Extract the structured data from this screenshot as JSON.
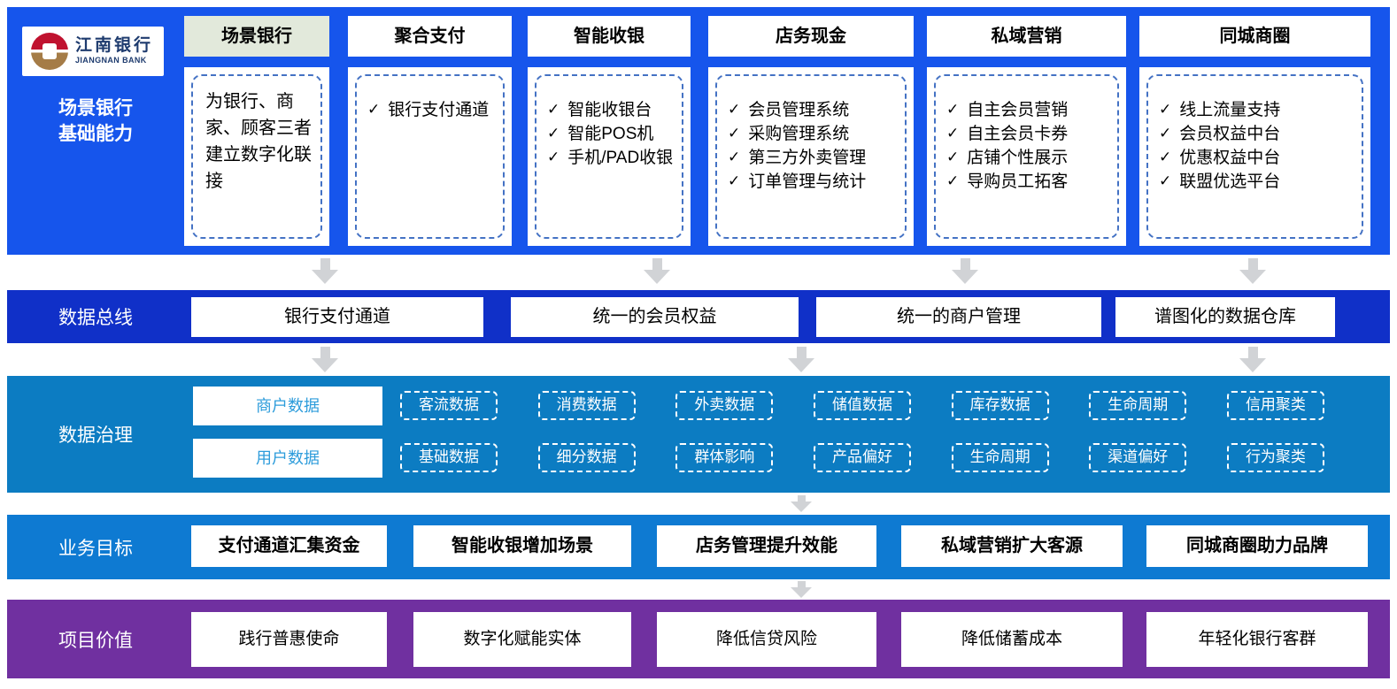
{
  "brand": {
    "name_cn": "江南银行",
    "name_en": "JIANGNAN BANK"
  },
  "icons": {
    "check": "✓",
    "down_arrow": "↓"
  },
  "colors": {
    "top_band": "#1655EC",
    "data_bus_band": "#1030C8",
    "governance_band": "#0C7CC2",
    "goal_band": "#0E7AD2",
    "value_band": "#7030A0",
    "highlight_tab_green": "#E2E9DB",
    "dashed_border_blue": "#4472C4",
    "arrow_gray": "#D1D3D6",
    "category_text_blue": "#2D9CDB",
    "logo_red": "#C0122F",
    "logo_gold": "#A57C47",
    "logo_navy": "#1E3B6E"
  },
  "capability": {
    "row_label_line1": "场景银行",
    "row_label_line2": "基础能力",
    "columns": [
      {
        "header": "场景银行",
        "description": "为银行、商家、顾客三者建立数字化联接",
        "items": []
      },
      {
        "header": "聚合支付",
        "items": [
          "银行支付通道"
        ]
      },
      {
        "header": "智能收银",
        "items": [
          "智能收银台",
          "智能POS机",
          "手机/PAD收银"
        ]
      },
      {
        "header": "店务现金",
        "items": [
          "会员管理系统",
          "采购管理系统",
          "第三方外卖管理",
          "订单管理与统计"
        ]
      },
      {
        "header": "私域营销",
        "items": [
          "自主会员营销",
          "自主会员卡券",
          "店铺个性展示",
          "导购员工拓客"
        ]
      },
      {
        "header": "同城商圈",
        "items": [
          "线上流量支持",
          "会员权益中台",
          "优惠权益中台",
          "联盟优选平台"
        ]
      }
    ]
  },
  "data_bus": {
    "label": "数据总线",
    "boxes": [
      "银行支付通道",
      "统一的会员权益",
      "统一的商户管理",
      "谱图化的数据仓库"
    ]
  },
  "data_governance": {
    "label": "数据治理",
    "merchant_category": "商户数据",
    "user_category": "用户数据",
    "merchant_chips": [
      "客流数据",
      "消费数据",
      "外卖数据",
      "储值数据",
      "库存数据",
      "生命周期",
      "信用聚类"
    ],
    "user_chips": [
      "基础数据",
      "细分数据",
      "群体影响",
      "产品偏好",
      "生命周期",
      "渠道偏好",
      "行为聚类"
    ]
  },
  "business_goals": {
    "label": "业务目标",
    "boxes": [
      "支付通道汇集资金",
      "智能收银增加场景",
      "店务管理提升效能",
      "私域营销扩大客源",
      "同城商圈助力品牌"
    ]
  },
  "project_values": {
    "label": "项目价值",
    "boxes": [
      "践行普惠使命",
      "数字化赋能实体",
      "降低信贷风险",
      "降低储蓄成本",
      "年轻化银行客群"
    ]
  }
}
